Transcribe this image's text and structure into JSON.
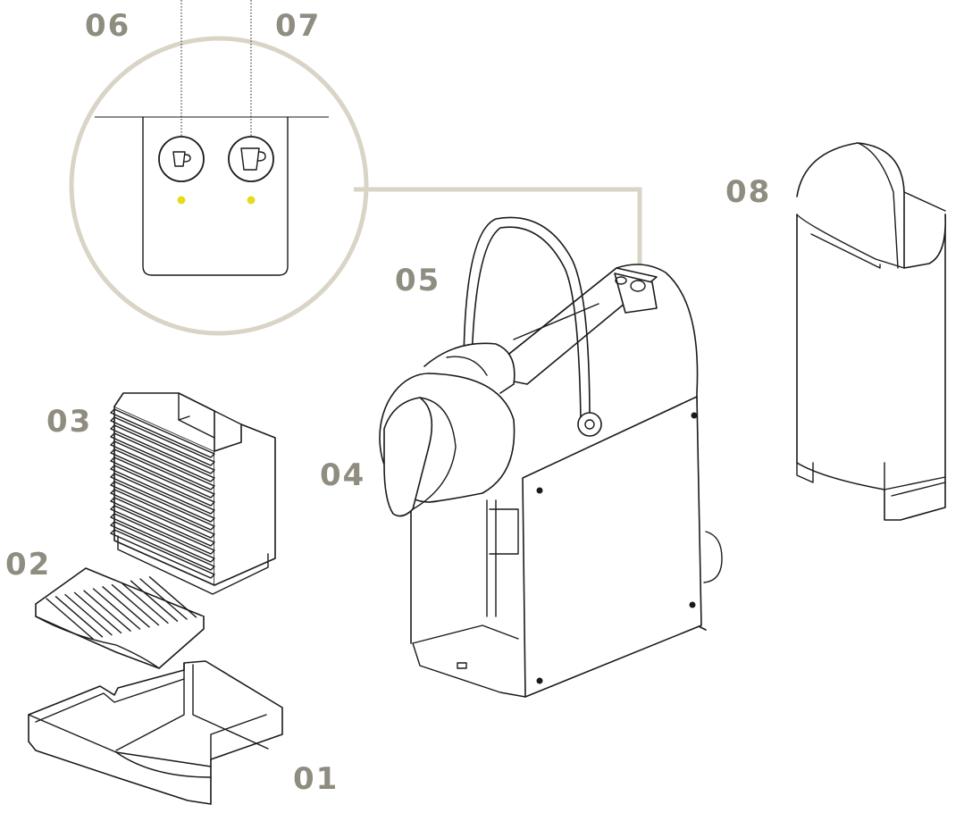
{
  "diagram": {
    "callouts": {
      "c01": "01",
      "c02": "02",
      "c03": "03",
      "c04": "04",
      "c05": "05",
      "c06": "06",
      "c07": "07",
      "c08": "08"
    },
    "colors": {
      "callout_text": "#8f8c80",
      "magnifier_ring": "#d9d4c6",
      "indicator_led": "#e6dc1e",
      "line_art": "#1a1a1a"
    },
    "icons": {
      "espresso_button": "espresso-cup-icon",
      "lungo_button": "lungo-cup-icon"
    }
  }
}
